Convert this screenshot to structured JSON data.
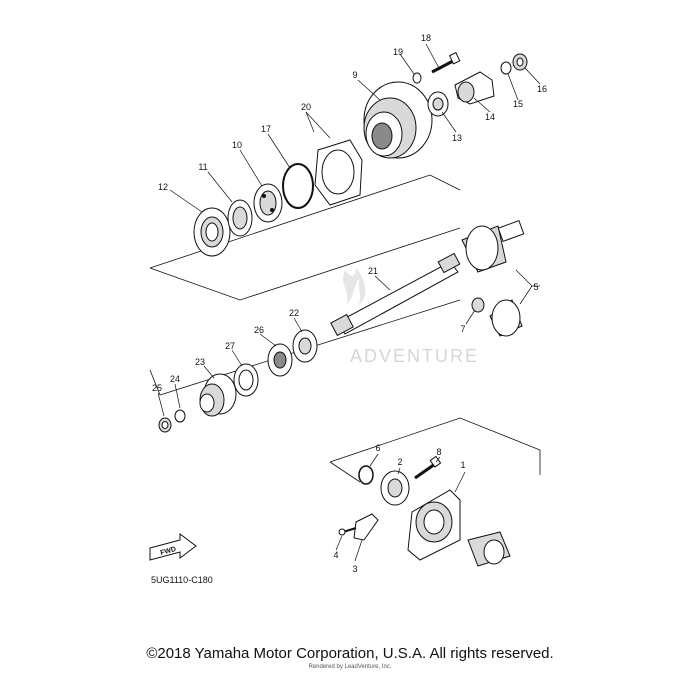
{
  "diagram": {
    "code": "5UG1110-C180",
    "watermark": "ADVENTURE",
    "fwd_label": "FWD",
    "callouts": [
      "1",
      "2",
      "3",
      "4",
      "5",
      "6",
      "7",
      "8",
      "9",
      "10",
      "11",
      "12",
      "13",
      "14",
      "15",
      "16",
      "17",
      "18",
      "19",
      "20",
      "21",
      "22",
      "23",
      "24",
      "25",
      "26",
      "27"
    ]
  },
  "footer": {
    "copyright": "©2018 Yamaha Motor Corporation, U.S.A. All rights reserved.",
    "render_credit": "Rendered by LeadVenture, Inc."
  }
}
